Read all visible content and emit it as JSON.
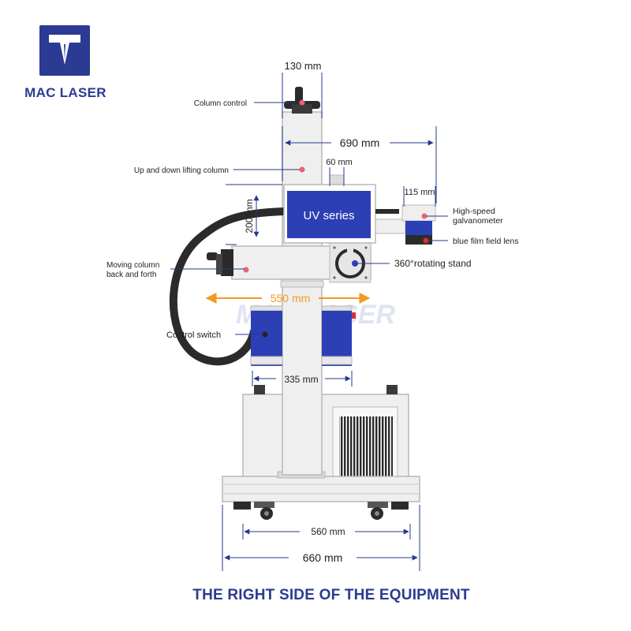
{
  "brand": {
    "name": "MAC LASER",
    "color": "#2b3a92",
    "watermark": "MAC LASER"
  },
  "dimensions": {
    "column_width": "130 mm",
    "arm_span": "690 mm",
    "head_offset": "60 mm",
    "galvo_offset": "115 mm",
    "head_height": "200 mm",
    "handle_span": "550 mm",
    "clamp_span": "335 mm",
    "wheel_span": "560 mm",
    "base_width": "660 mm"
  },
  "labels": {
    "column_control": "Column control",
    "lifting_column": "Up and down lifting column",
    "galvo_line1": "High-speed",
    "galvo_line2": "galvanometer",
    "field_lens": "blue film field lens",
    "rotating_stand": "360°rotating stand",
    "moving_line1": "Moving column",
    "moving_line2": "back and forth",
    "control_switch": "Control switch",
    "head_label": "UV series"
  },
  "footer": "THE RIGHT SIDE OF THE EQUIPMENT",
  "colors": {
    "blue": "#2d3fb5",
    "dim_line": "#243a8c",
    "orange": "#f29a1f",
    "marker": "#e8637a",
    "frame": "#b8b8b8",
    "panel": "#efefef"
  }
}
